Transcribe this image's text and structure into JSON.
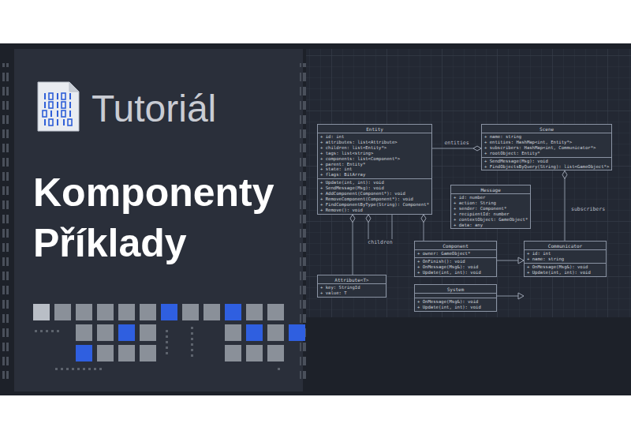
{
  "diagram": {
    "title": "Komponenty Příklady",
    "nodes": [
      {
        "text": [
          "Entity",
          "+ id: int",
          "+ attributes: list<Attribute>",
          "+ children: list<Entity*>",
          "+ tags: list<string>",
          "+ components: list<Component*>",
          "+ parent: Entity*",
          "+ state: int",
          "+ flags: BitArray",
          "+ Update(int, int): void",
          "+ SendMessage(Msg): void",
          "+ AddComponent(Component*): void",
          "+ RemoveComponent(Component*): void",
          "+ FindComponentByType(String): Component*",
          "+ Remove(): void"
        ]
      },
      {
        "text": [
          "Scene",
          "+ name: string",
          "+ entities: HashMap<int, Entity*>",
          "+ subscribers: HashMap<int, Communicator*>",
          "+ rootObject: Entity*",
          "+ SendMessage(Msg): void",
          "+ FindObjectsByQuery(String): list<GameObject*>"
        ]
      },
      {
        "text": [
          "Message",
          "+ id: number",
          "+ action: String",
          "+ sender: Component*",
          "+ recipientId: number",
          "+ contextObject: GameObject*",
          "+ data: any"
        ]
      },
      {
        "text": [
          "Component",
          "+ owner: GameObject*",
          "+ OnFinish(): void",
          "+ OnMessage(Msg&): void",
          "+ Update(int, int): void"
        ]
      },
      {
        "text": [
          "Communicator",
          "+ id: int",
          "+ name: string",
          "+ OnMessage(Msg&): void",
          "+ Update(int, int): void"
        ]
      },
      {
        "text": [
          "Attribute<T>",
          "+ key: StringId",
          "+ value: T"
        ]
      },
      {
        "text": [
          "System",
          "+ OnMessage(Msg&): void",
          "+ Update(int, int): void"
        ]
      }
    ],
    "edges": [
      {
        "from": 0,
        "to": 1,
        "arrow": "to",
        "label": "entities"
      },
      {
        "from": 4,
        "to": 1,
        "arrow": "to",
        "label": "subscribers"
      },
      {
        "from": 0,
        "to": 0,
        "arrow": "to",
        "label": "children"
      },
      {
        "from": 5,
        "to": 0,
        "arrow": "to"
      },
      {
        "from": 3,
        "to": 0,
        "arrow": "to"
      },
      {
        "from": 3,
        "to": 4,
        "arrow": "to"
      },
      {
        "from": 6,
        "to": 4,
        "arrow": "to"
      }
    ],
    "labels": [
      "Tutoriál"
    ]
  }
}
